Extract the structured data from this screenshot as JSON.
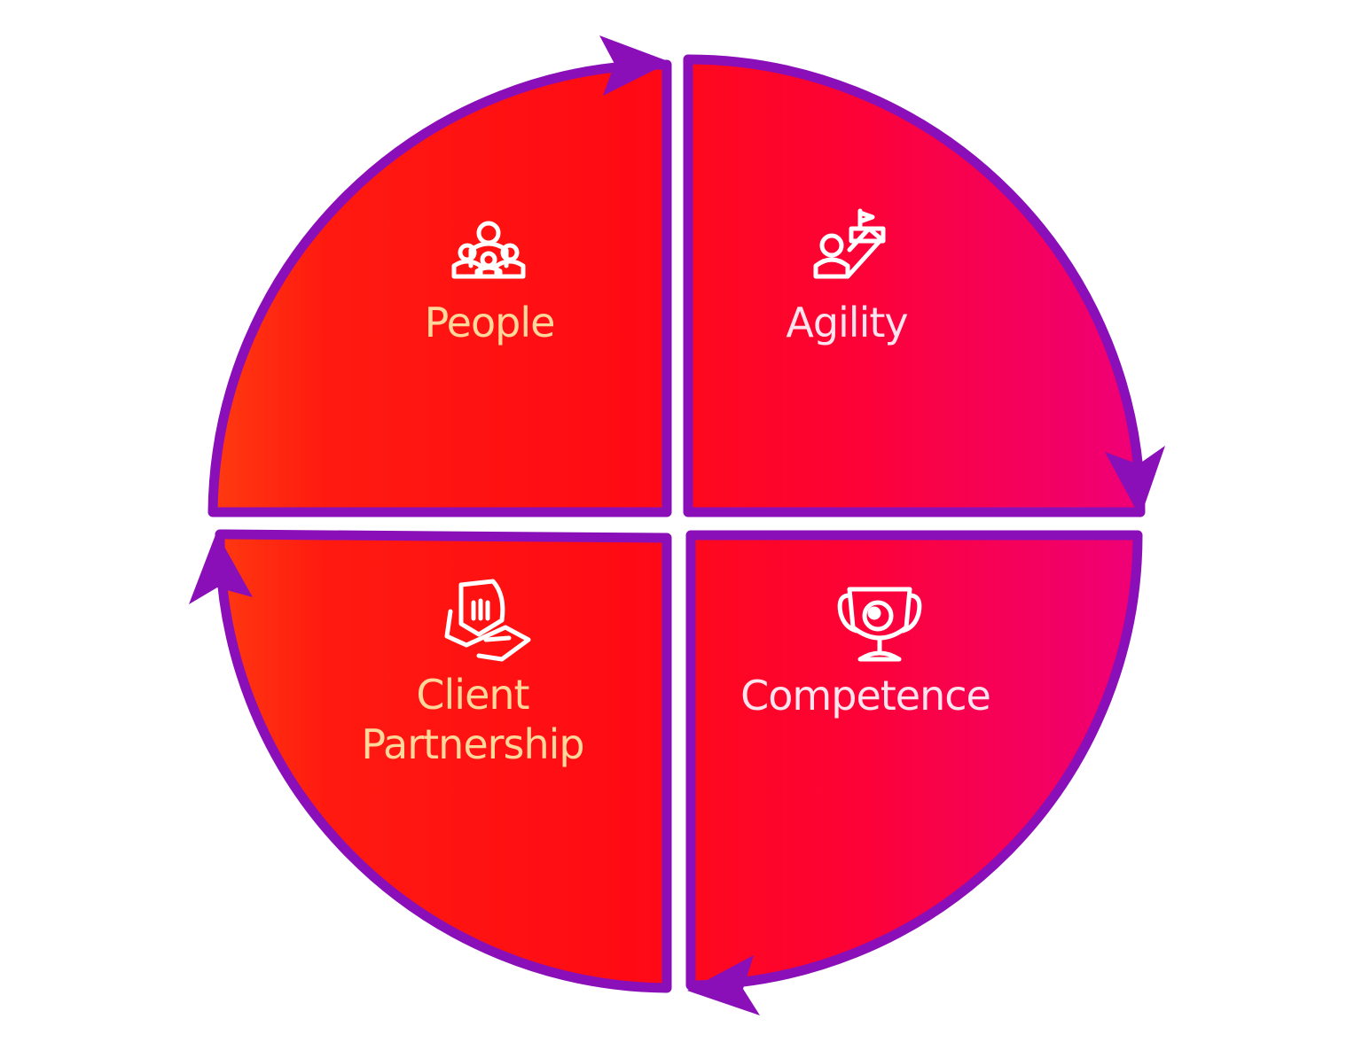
{
  "diagram": {
    "type": "cycle",
    "direction": "clockwise",
    "colors": {
      "border": "#8a0fb8",
      "fill_left": "#ff2a12",
      "fill_mid": "#ff0a1e",
      "fill_right": "#f5006a",
      "label_warm": "#ffd79a",
      "label_cool": "#ffe3ee",
      "icon": "#ffffff"
    },
    "segments": [
      {
        "id": "people",
        "label_lines": [
          "People"
        ],
        "icon": "people-group-icon"
      },
      {
        "id": "agility",
        "label_lines": [
          "Agility"
        ],
        "icon": "person-steps-flag-icon"
      },
      {
        "id": "competence",
        "label_lines": [
          "Competence"
        ],
        "icon": "trophy-icon"
      },
      {
        "id": "client-partnership",
        "label_lines": [
          "Client",
          "Partnership"
        ],
        "icon": "handshake-icon"
      }
    ]
  }
}
